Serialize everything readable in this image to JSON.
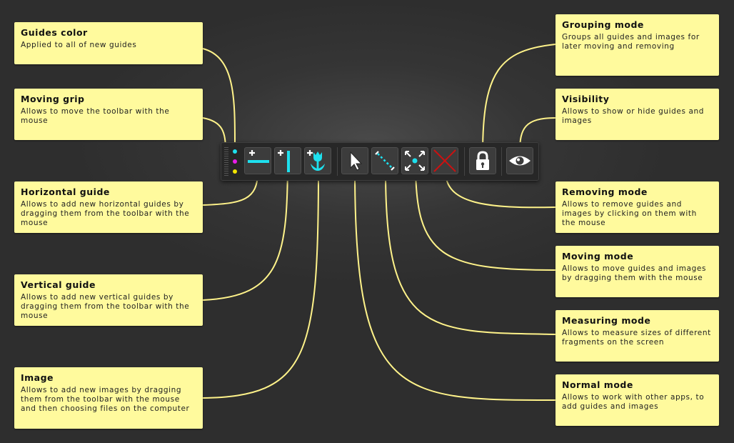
{
  "colors": {
    "callout_bg": "#fffa9d",
    "connector": "#fff38a",
    "accent_cyan": "#1ee0ee",
    "accent_magenta": "#e81ce8",
    "accent_yellow": "#f2e400",
    "remove_red": "#cc1111"
  },
  "callouts": {
    "guides_color": {
      "title": "Guides color",
      "desc": "Applied to all of new guides"
    },
    "moving_grip": {
      "title": "Moving grip",
      "desc": "Allows to move the toolbar with the mouse"
    },
    "horizontal_guide": {
      "title": "Horizontal guide",
      "desc": "Allows to add new horizontal guides by dragging them from the toolbar with the mouse"
    },
    "vertical_guide": {
      "title": "Vertical guide",
      "desc": "Allows to add new vertical guides by dragging them from the toolbar with the mouse"
    },
    "image": {
      "title": "Image",
      "desc": "Allows to add new images by dragging them from the toolbar with the mouse and then choosing files on the computer"
    },
    "grouping_mode": {
      "title": "Grouping mode",
      "desc": "Groups all guides and images for later moving and removing"
    },
    "visibility": {
      "title": "Visibility",
      "desc": "Allows to show or hide guides and images"
    },
    "removing_mode": {
      "title": "Removing mode",
      "desc": "Allows to remove guides and images by clicking on them with the mouse"
    },
    "moving_mode": {
      "title": "Moving mode",
      "desc": "Allows to move guides and images by dragging them with the mouse"
    },
    "measuring_mode": {
      "title": "Measuring mode",
      "desc": "Allows to measure sizes of different fragments on the screen"
    },
    "normal_mode": {
      "title": "Normal mode",
      "desc": "Allows to work with other apps, to add guides and images"
    }
  },
  "toolbar": {
    "color_dots": [
      "#1ee0ee",
      "#e81ce8",
      "#f2e400"
    ],
    "buttons": [
      {
        "icon": "horizontal-guide-icon"
      },
      {
        "icon": "vertical-guide-icon"
      },
      {
        "icon": "image-tulip-icon"
      },
      {
        "icon": "cursor-arrow-icon"
      },
      {
        "icon": "measure-icon"
      },
      {
        "icon": "move-arrows-icon"
      },
      {
        "icon": "remove-x-icon"
      },
      {
        "icon": "lock-icon"
      },
      {
        "icon": "eye-icon"
      }
    ]
  }
}
